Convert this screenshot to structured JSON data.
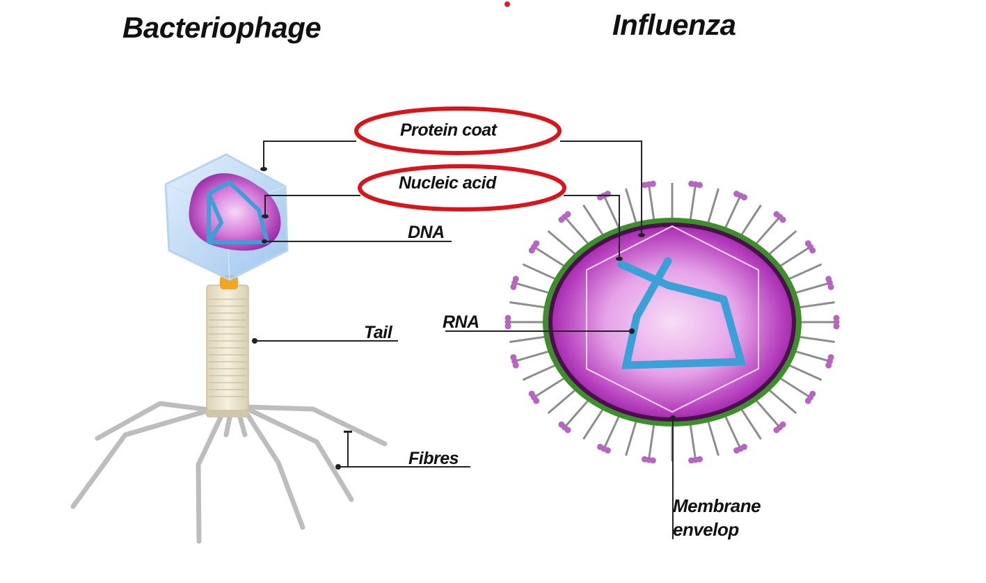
{
  "titles": {
    "left": "Bacteriophage",
    "right": "Influenza"
  },
  "labels": {
    "protein_coat": "Protein coat",
    "nucleic_acid": "Nucleic acid",
    "dna": "DNA",
    "tail": "Tail",
    "rna": "RNA",
    "fibres": "Fibres",
    "membrane_line1": "Membrane",
    "membrane_line2": "envelop"
  },
  "colors": {
    "highlight_ellipse": "#d9141a",
    "capsid": "#9cc6ee",
    "capsid_edge": "#b7d3ee",
    "core_magenta": "#b23ec0",
    "core_light": "#f1c6f5",
    "nucleic_blue": "#3aa0d8",
    "tail": "#efe7cf",
    "collar": "#f4a623",
    "fibre": "#b7b7b7",
    "envelope_green": "#3d8f2c",
    "envelope_dark": "#4b0f4d",
    "spike_head": "#b567c0",
    "leader_line": "#222222"
  },
  "icons": [
    "bacteriophage-illustration",
    "influenza-virion-illustration",
    "red-dot-icon"
  ]
}
